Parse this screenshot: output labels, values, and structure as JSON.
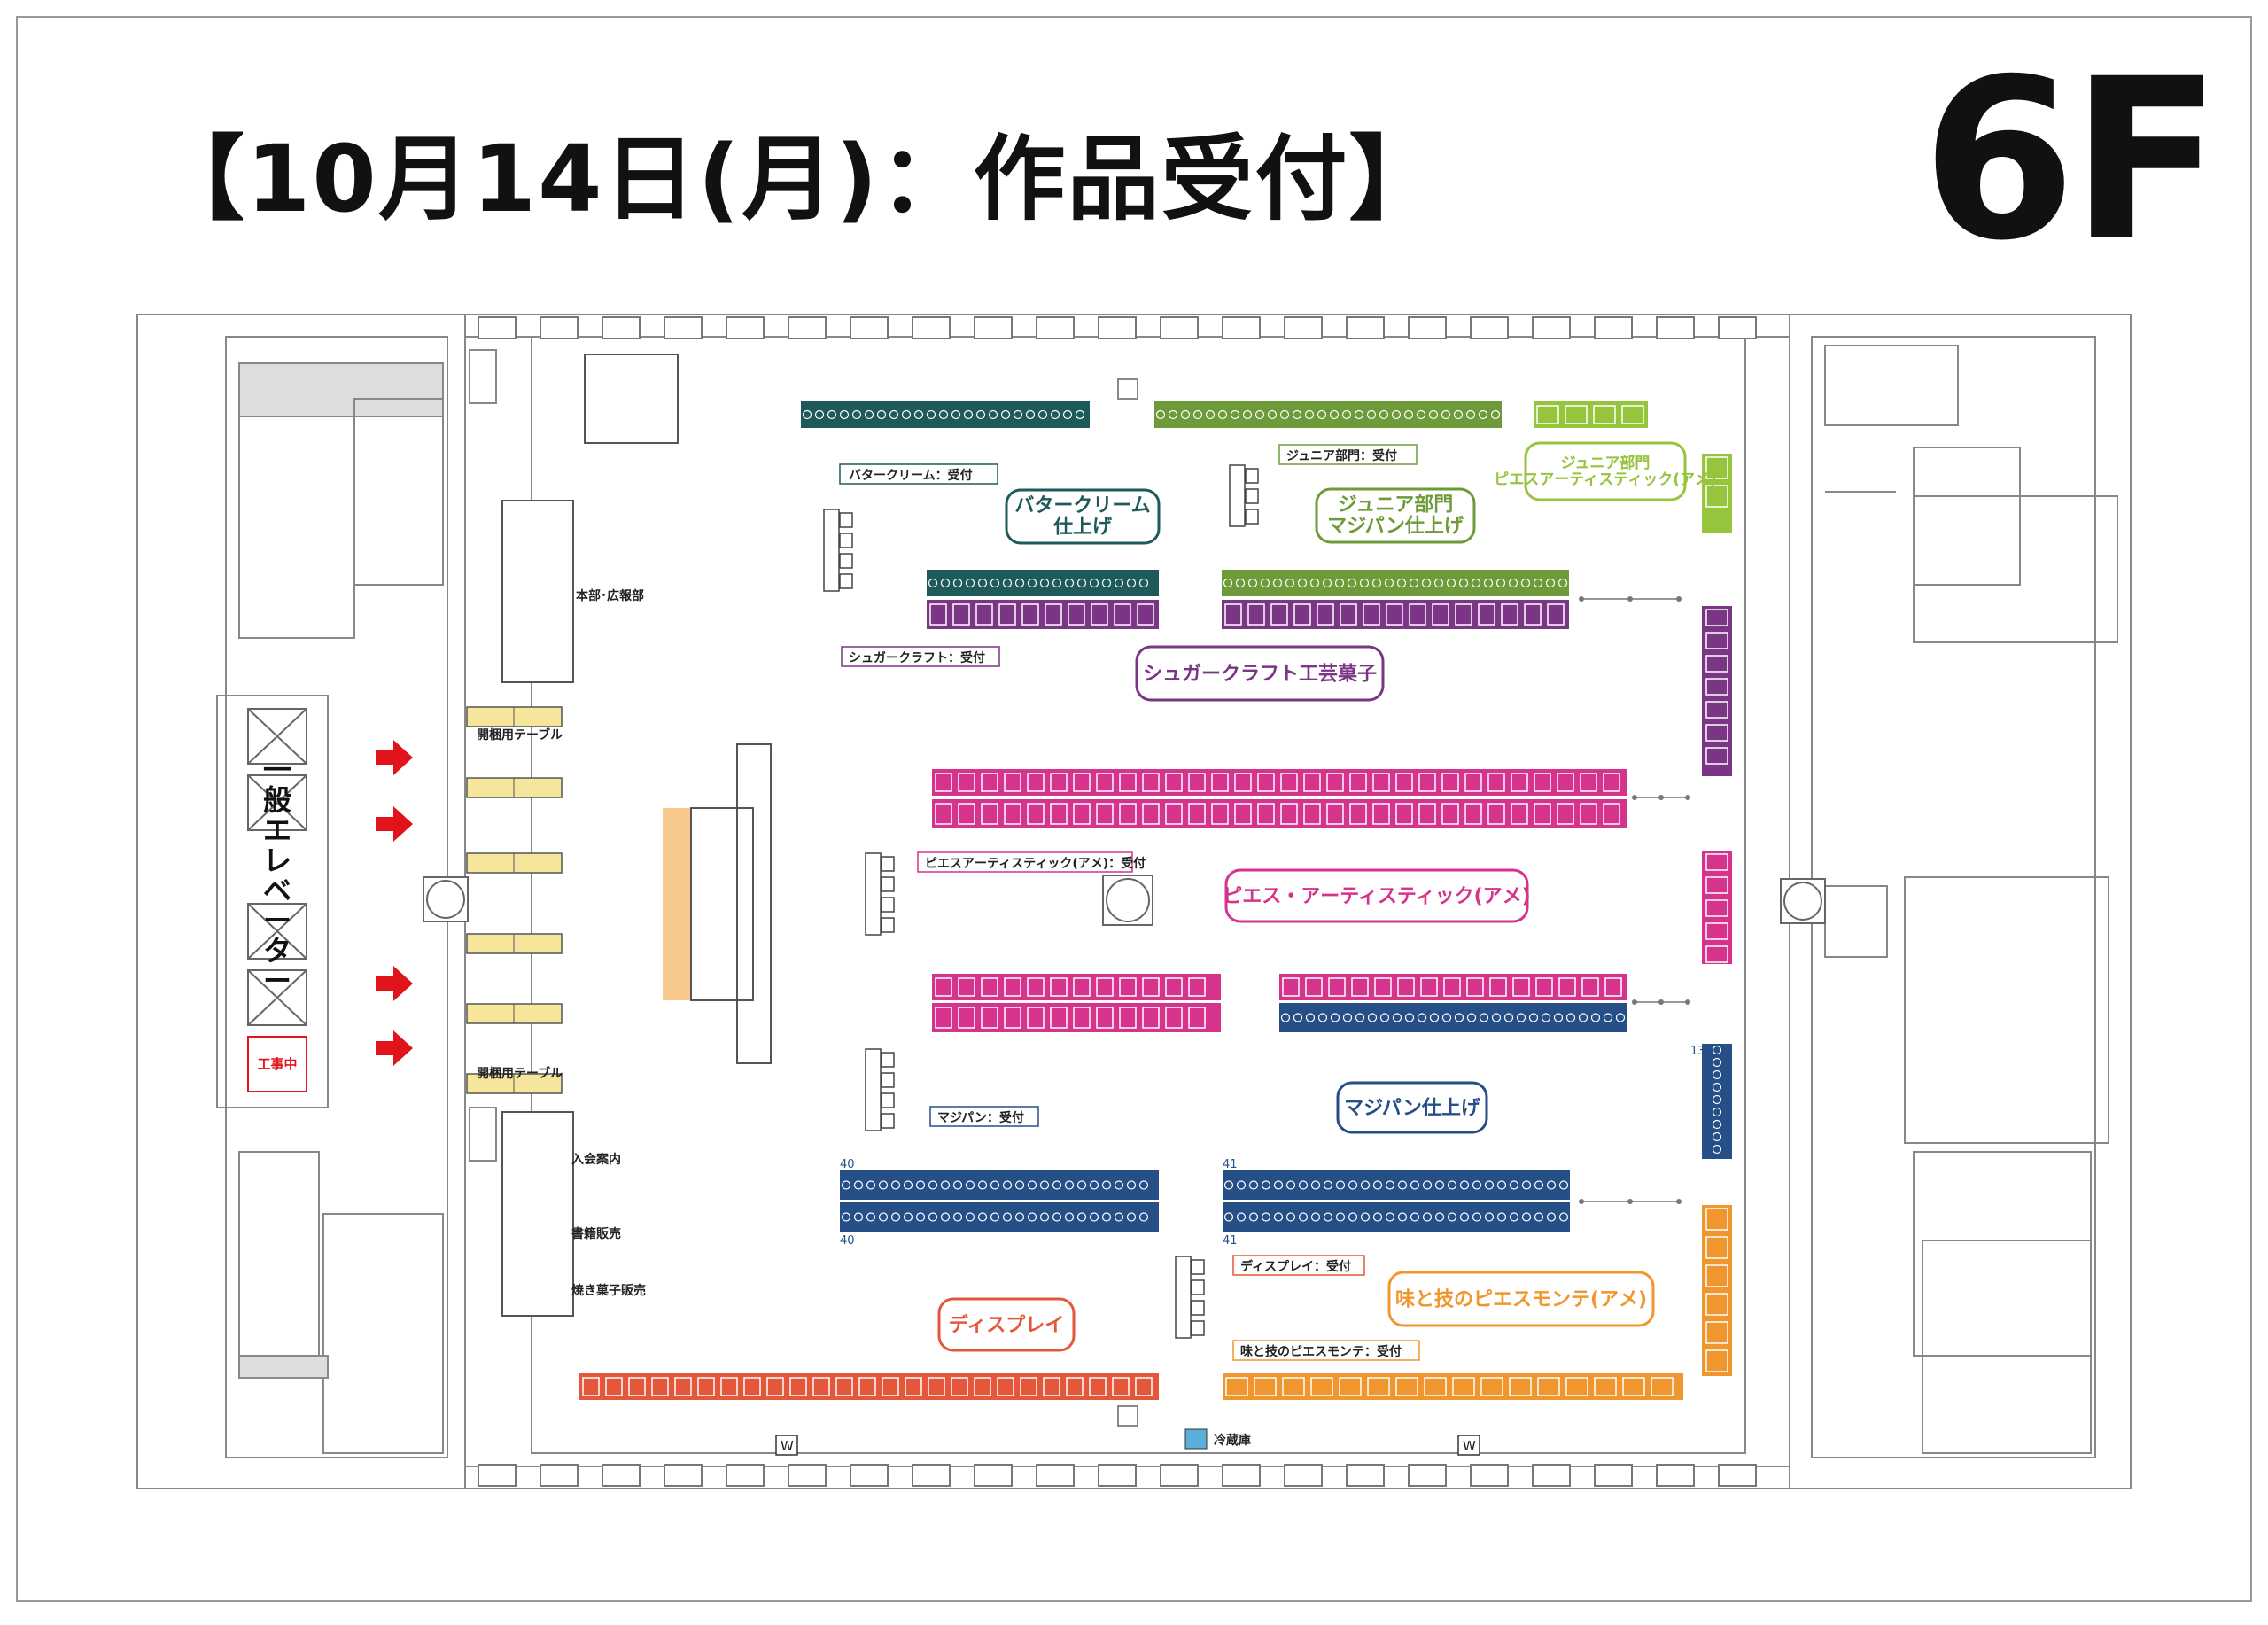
{
  "title": "【10月14日(月)：作品受付】",
  "floor": "6F",
  "elevator_label": "一般エレベーター",
  "under_construction": "工事中",
  "rooms": {
    "hq": "本部･広報部",
    "table_top": "開梱用テーブル",
    "table_bottom": "開梱用テーブル",
    "reception": "入会案内",
    "books": "書籍販売",
    "sweets": "焼き菓子販売",
    "fridge": "冷蔵庫",
    "w1": "W",
    "w2": "W"
  },
  "zones": {
    "butter": "バタークリーム\n仕上げ",
    "junior_marzipan": "ジュニア部門\nマジパン仕上げ",
    "junior_pieces": "ジュニア部門\nピエスアーティスティック(アメ)",
    "sugarcraft": "シュガークラフト工芸菓子",
    "pieces": "ピエス・アーティスティック(アメ)",
    "marzipan": "マジパン仕上げ",
    "display": "ディスプレイ",
    "montee": "味と技のピエスモンテ(アメ)"
  },
  "receptions": {
    "butter": "バタークリーム：受付",
    "sugarcraft": "シュガークラフト：受付",
    "junior": "ジュニア部門：受付",
    "pieces": "ピエスアーティスティック(アメ)：受付",
    "marzipan": "マジパン：受付",
    "display": "ディスプレイ：受付",
    "montee": "味と技のピエスモンテ：受付"
  },
  "numbers": {
    "n13": "13",
    "n40a": "40",
    "n40b": "40",
    "n41a": "41",
    "n41b": "41"
  },
  "colors": {
    "butter": "#1f5a5a",
    "junior_marzipan": "#6f9a3a",
    "junior_pieces": "#96c43c",
    "sugarcraft": "#7b3585",
    "pieces": "#d6338c",
    "marzipan": "#264f87",
    "display": "#e5573b",
    "montee": "#f0962e",
    "unpack_table": "#f6e69c",
    "arrow": "#e0141a",
    "fridge": "#5aaed8"
  }
}
